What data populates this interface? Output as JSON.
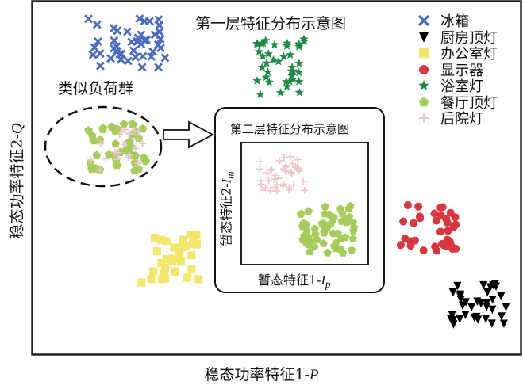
{
  "figure": {
    "level1_title": "第一层特征分布示意图",
    "x_axis_label_text": "稳态功率特征1-",
    "x_axis_label_var": "P",
    "y_axis_label_text": "稳态功率特征2-",
    "y_axis_label_var": "Q",
    "similar_load_group_label": "类似负荷群",
    "level2": {
      "title": "第二层特征分布示意图",
      "x_axis_label_text": "暂态特征1-",
      "x_axis_label_var": "I",
      "x_axis_label_sub": "p",
      "y_axis_label_text": "暂态特征2-",
      "y_axis_label_var": "I",
      "y_axis_label_sub": "m"
    },
    "arrow_icon": "right-hollow-arrow-icon"
  },
  "legend": [
    {
      "label": "冰箱",
      "marker": "x-icon",
      "color": "#4a6bbf"
    },
    {
      "label": "厨房顶灯",
      "marker": "down-triangle-icon",
      "color": "#000000"
    },
    {
      "label": "办公室灯",
      "marker": "square-icon",
      "color": "#f2e76a"
    },
    {
      "label": "显示器",
      "marker": "circle-icon",
      "color": "#d8373f"
    },
    {
      "label": "浴室灯",
      "marker": "star-icon",
      "color": "#1e8a45"
    },
    {
      "label": "餐厅顶灯",
      "marker": "pentagon-icon",
      "color": "#a6cd5c"
    },
    {
      "label": "后院灯",
      "marker": "plus-icon",
      "color": "#f0c4cc"
    }
  ],
  "chart_data": {
    "type": "scatter",
    "title": "第一层特征分布示意图",
    "xlabel": "稳态功率特征1-P",
    "ylabel": "稳态功率特征2-Q",
    "grid": false,
    "legend_position": "top-right",
    "note": "Conceptual clusters; axes have no numeric ticks. Cluster centers in relative units (0-1 of plot area).",
    "clusters": [
      {
        "name": "冰箱",
        "center": [
          0.19,
          0.89
        ],
        "spread": [
          0.08,
          0.08
        ],
        "count": 45
      },
      {
        "name": "浴室灯",
        "center": [
          0.51,
          0.82
        ],
        "spread": [
          0.05,
          0.08
        ],
        "count": 40
      },
      {
        "name": "厨房顶灯",
        "center": [
          0.92,
          0.14
        ],
        "spread": [
          0.06,
          0.06
        ],
        "count": 35
      },
      {
        "name": "办公室灯",
        "center": [
          0.28,
          0.27
        ],
        "spread": [
          0.06,
          0.07
        ],
        "count": 35
      },
      {
        "name": "显示器",
        "center": [
          0.82,
          0.36
        ],
        "spread": [
          0.06,
          0.07
        ],
        "count": 35
      },
      {
        "name": "餐厅顶灯",
        "center": [
          0.17,
          0.59
        ],
        "spread": [
          0.06,
          0.07
        ],
        "count": 40
      },
      {
        "name": "后院灯",
        "center": [
          0.17,
          0.59
        ],
        "spread": [
          0.06,
          0.07
        ],
        "count": 20
      }
    ],
    "inset": {
      "title": "第二层特征分布示意图",
      "xlabel": "暂态特征1-Ip",
      "ylabel": "暂态特征2-Im",
      "clusters": [
        {
          "name": "后院灯",
          "center": [
            0.3,
            0.75
          ],
          "spread": [
            0.2,
            0.15
          ],
          "count": 40
        },
        {
          "name": "餐厅顶灯",
          "center": [
            0.68,
            0.28
          ],
          "spread": [
            0.22,
            0.2
          ],
          "count": 55
        }
      ]
    }
  }
}
